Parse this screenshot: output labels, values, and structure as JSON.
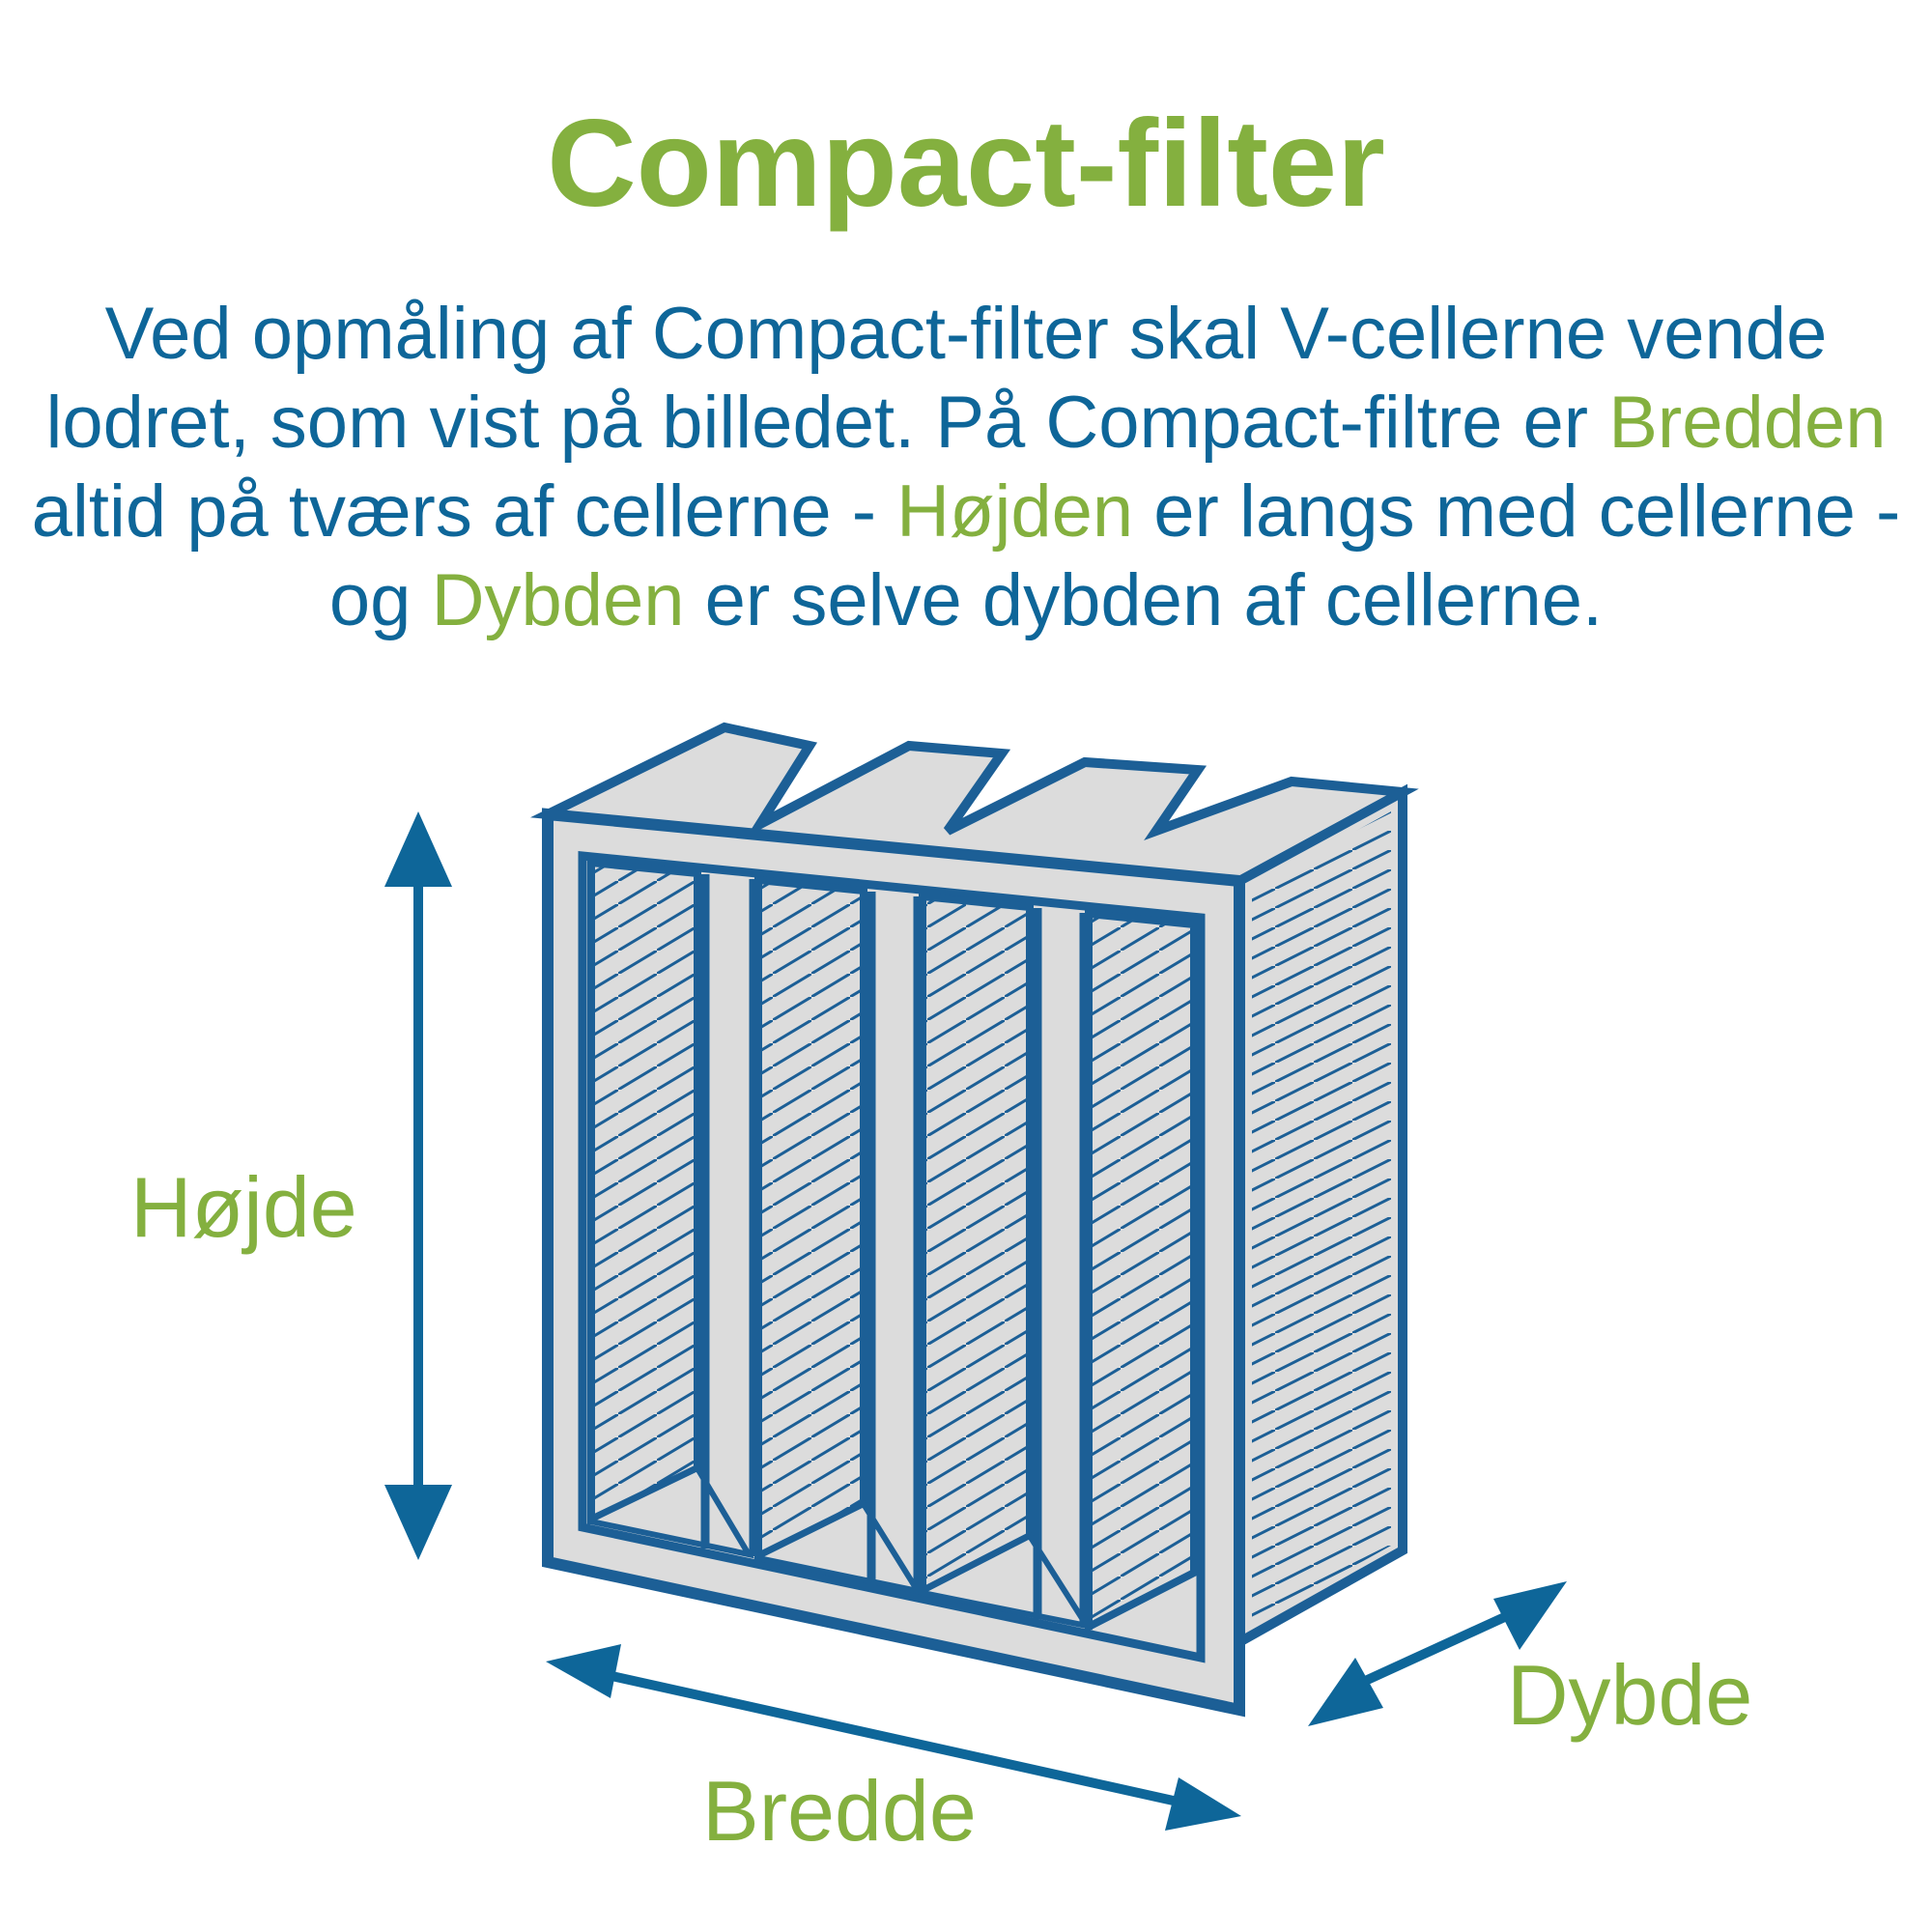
{
  "title": "Compact-filter",
  "description": {
    "part1": "Ved opmåling af Compact-filter skal V-cellerne vende lodret, som vist på billedet. På Compact-filtre er ",
    "hl1": "Bredden",
    "part2": " altid på tværs af cellerne - ",
    "hl2": "Højden",
    "part3": " er langs med cellerne - og ",
    "hl3": "Dybden",
    "part4": " er selve dybden af cellerne."
  },
  "labels": {
    "height": "Højde",
    "width": "Bredde",
    "depth": "Dybde"
  },
  "colors": {
    "accent_green": "#84b03f",
    "primary_blue": "#0e6699",
    "outline_blue": "#1c5f96",
    "panel_grey": "#dcdcdc"
  }
}
